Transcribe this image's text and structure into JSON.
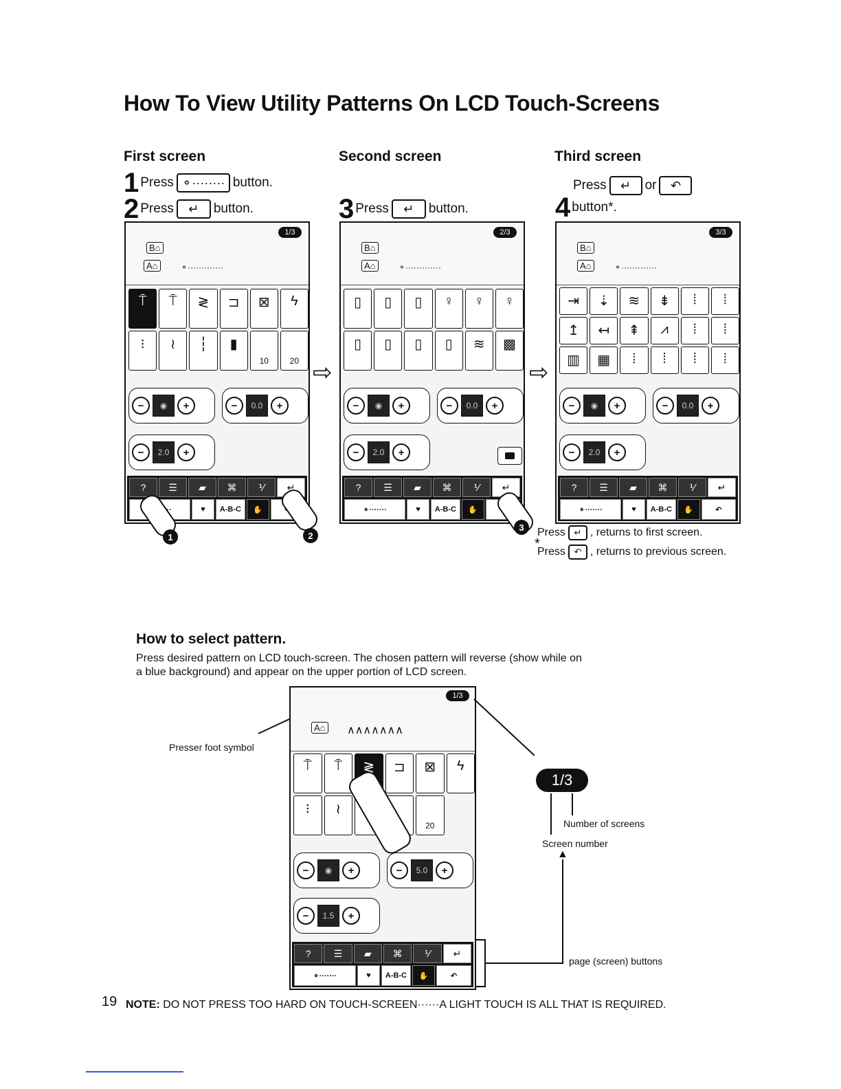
{
  "page": {
    "title": "How To View Utility Patterns On LCD Touch-Screens",
    "page_number": "19"
  },
  "first_screen": {
    "heading": "First screen",
    "step1_num": "1",
    "step1_press": "Press",
    "step1_after": "button.",
    "step2_num": "2",
    "step2_press": "Press",
    "step2_after": "button.",
    "pill": "1/3",
    "cells": [
      "",
      "",
      "",
      "",
      "",
      "",
      "",
      "",
      "",
      "",
      "10",
      "20"
    ],
    "stitch_width": "",
    "stitch_length": "0.0",
    "tension": "2.0",
    "bar_abc": "A-B-C"
  },
  "second_screen": {
    "heading": "Second screen",
    "step3_num": "3",
    "step3_press": "Press",
    "step3_after": "button.",
    "pill": "2/3",
    "stitch_length": "0.0",
    "tension": "2.0",
    "bar_abc": "A-B-C"
  },
  "third_screen": {
    "heading": "Third screen",
    "step4_num": "4",
    "step4_press": "Press",
    "step4_or": "or",
    "step4_after": "button*.",
    "pill": "3/3",
    "stitch_length": "0.0",
    "tension": "2.0",
    "bar_abc": "A-B-C",
    "note_star": "*",
    "note1_press": "Press",
    "note1_text": ", returns to first screen.",
    "note2_press": "Press",
    "note2_text": ", returns to previous screen."
  },
  "select": {
    "heading": "How to select pattern.",
    "body": "Press desired pattern on LCD touch-screen. The chosen pattern will reverse (show while on a blue background) and appear on the upper portion of LCD screen.",
    "presser_label": "Presser foot symbol",
    "pill": "1/3",
    "big_pill": "1/3",
    "number_of_screens": "Number of screens",
    "screen_number": "Screen number",
    "page_buttons": "page (screen) buttons",
    "stitch_length": "5.0",
    "tension": "1.5",
    "cells": [
      "",
      "",
      "",
      "",
      "",
      "",
      "",
      "",
      "",
      "0",
      "20",
      ""
    ],
    "bar_abc": "A-B-C"
  },
  "note": {
    "label": "NOTE:",
    "text": "DO NOT PRESS TOO HARD ON TOUCH-SCREEN······A LIGHT TOUCH IS ALL THAT IS REQUIRED."
  }
}
